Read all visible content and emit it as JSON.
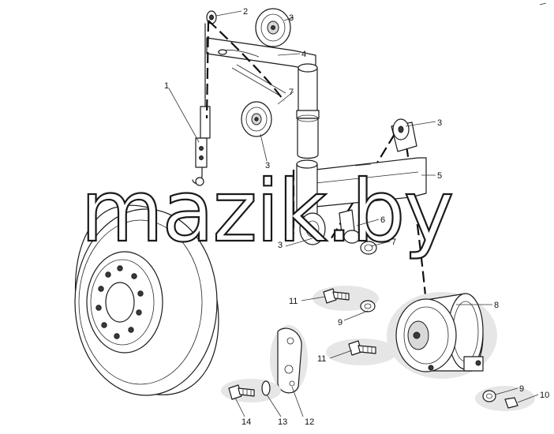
{
  "watermark": "mazik.by",
  "callouts": [
    {
      "id": "c1",
      "label": "1"
    },
    {
      "id": "c2",
      "label": "2"
    },
    {
      "id": "c3a",
      "label": "3"
    },
    {
      "id": "c3b",
      "label": "3"
    },
    {
      "id": "c3c",
      "label": "3"
    },
    {
      "id": "c3d",
      "label": "3"
    },
    {
      "id": "c4",
      "label": "4"
    },
    {
      "id": "c5",
      "label": "5"
    },
    {
      "id": "c6",
      "label": "6"
    },
    {
      "id": "c7a",
      "label": "7"
    },
    {
      "id": "c7b",
      "label": "7"
    },
    {
      "id": "c8",
      "label": "8"
    },
    {
      "id": "c9a",
      "label": "9"
    },
    {
      "id": "c9b",
      "label": "9"
    },
    {
      "id": "c10",
      "label": "10"
    },
    {
      "id": "c11a",
      "label": "11"
    },
    {
      "id": "c11b",
      "label": "11"
    },
    {
      "id": "c12",
      "label": "12"
    },
    {
      "id": "c13",
      "label": "13"
    },
    {
      "id": "c14",
      "label": "14"
    }
  ]
}
